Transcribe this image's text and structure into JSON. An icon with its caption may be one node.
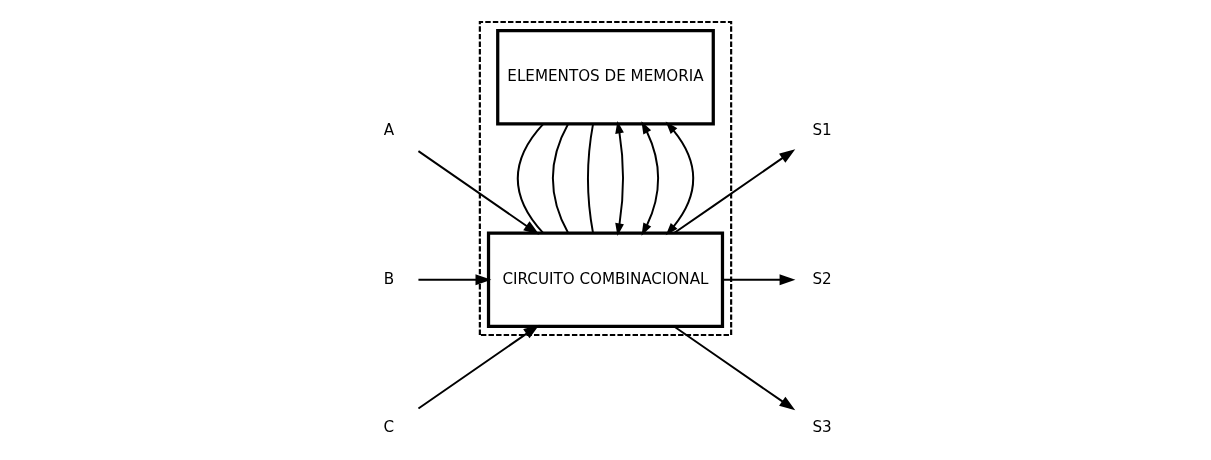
{
  "diagram": {
    "nodes": [
      {
        "text": [],
        "shape": "box"
      },
      {
        "text": [
          "A"
        ]
      },
      {
        "text": [
          "B"
        ]
      },
      {
        "text": [
          "C"
        ]
      },
      {
        "text": [
          "CIRCUITO COMBINACIONAL"
        ],
        "in": 0
      },
      {
        "text": [
          "S1"
        ]
      },
      {
        "text": [
          "S2"
        ]
      },
      {
        "text": [
          "S3"
        ]
      },
      {
        "text": [
          "ELEMENTOS DE MEMORIA"
        ],
        "in": 0
      }
    ],
    "edges": [
      {
        "from": 1,
        "to": 4,
        "arrow": "to"
      },
      {
        "from": 2,
        "to": 4,
        "arrow": "to"
      },
      {
        "from": 3,
        "to": 4,
        "arrow": "to"
      },
      {
        "from": 4,
        "to": 5,
        "arrow": "to"
      },
      {
        "from": 4,
        "to": 6,
        "arrow": "to"
      },
      {
        "from": 4,
        "to": 7,
        "arrow": "to"
      },
      {
        "from": 8,
        "to": 4,
        "arrow": "both"
      },
      {
        "from": 8,
        "to": 4,
        "arrow": "both"
      },
      {
        "from": 8,
        "to": 4,
        "arrow": "both"
      },
      {
        "from": 4,
        "to": 8,
        "arrow": "none"
      },
      {
        "from": 4,
        "to": 8,
        "arrow": "none"
      },
      {
        "from": 4,
        "to": 8,
        "arrow": "none"
      }
    ]
  }
}
